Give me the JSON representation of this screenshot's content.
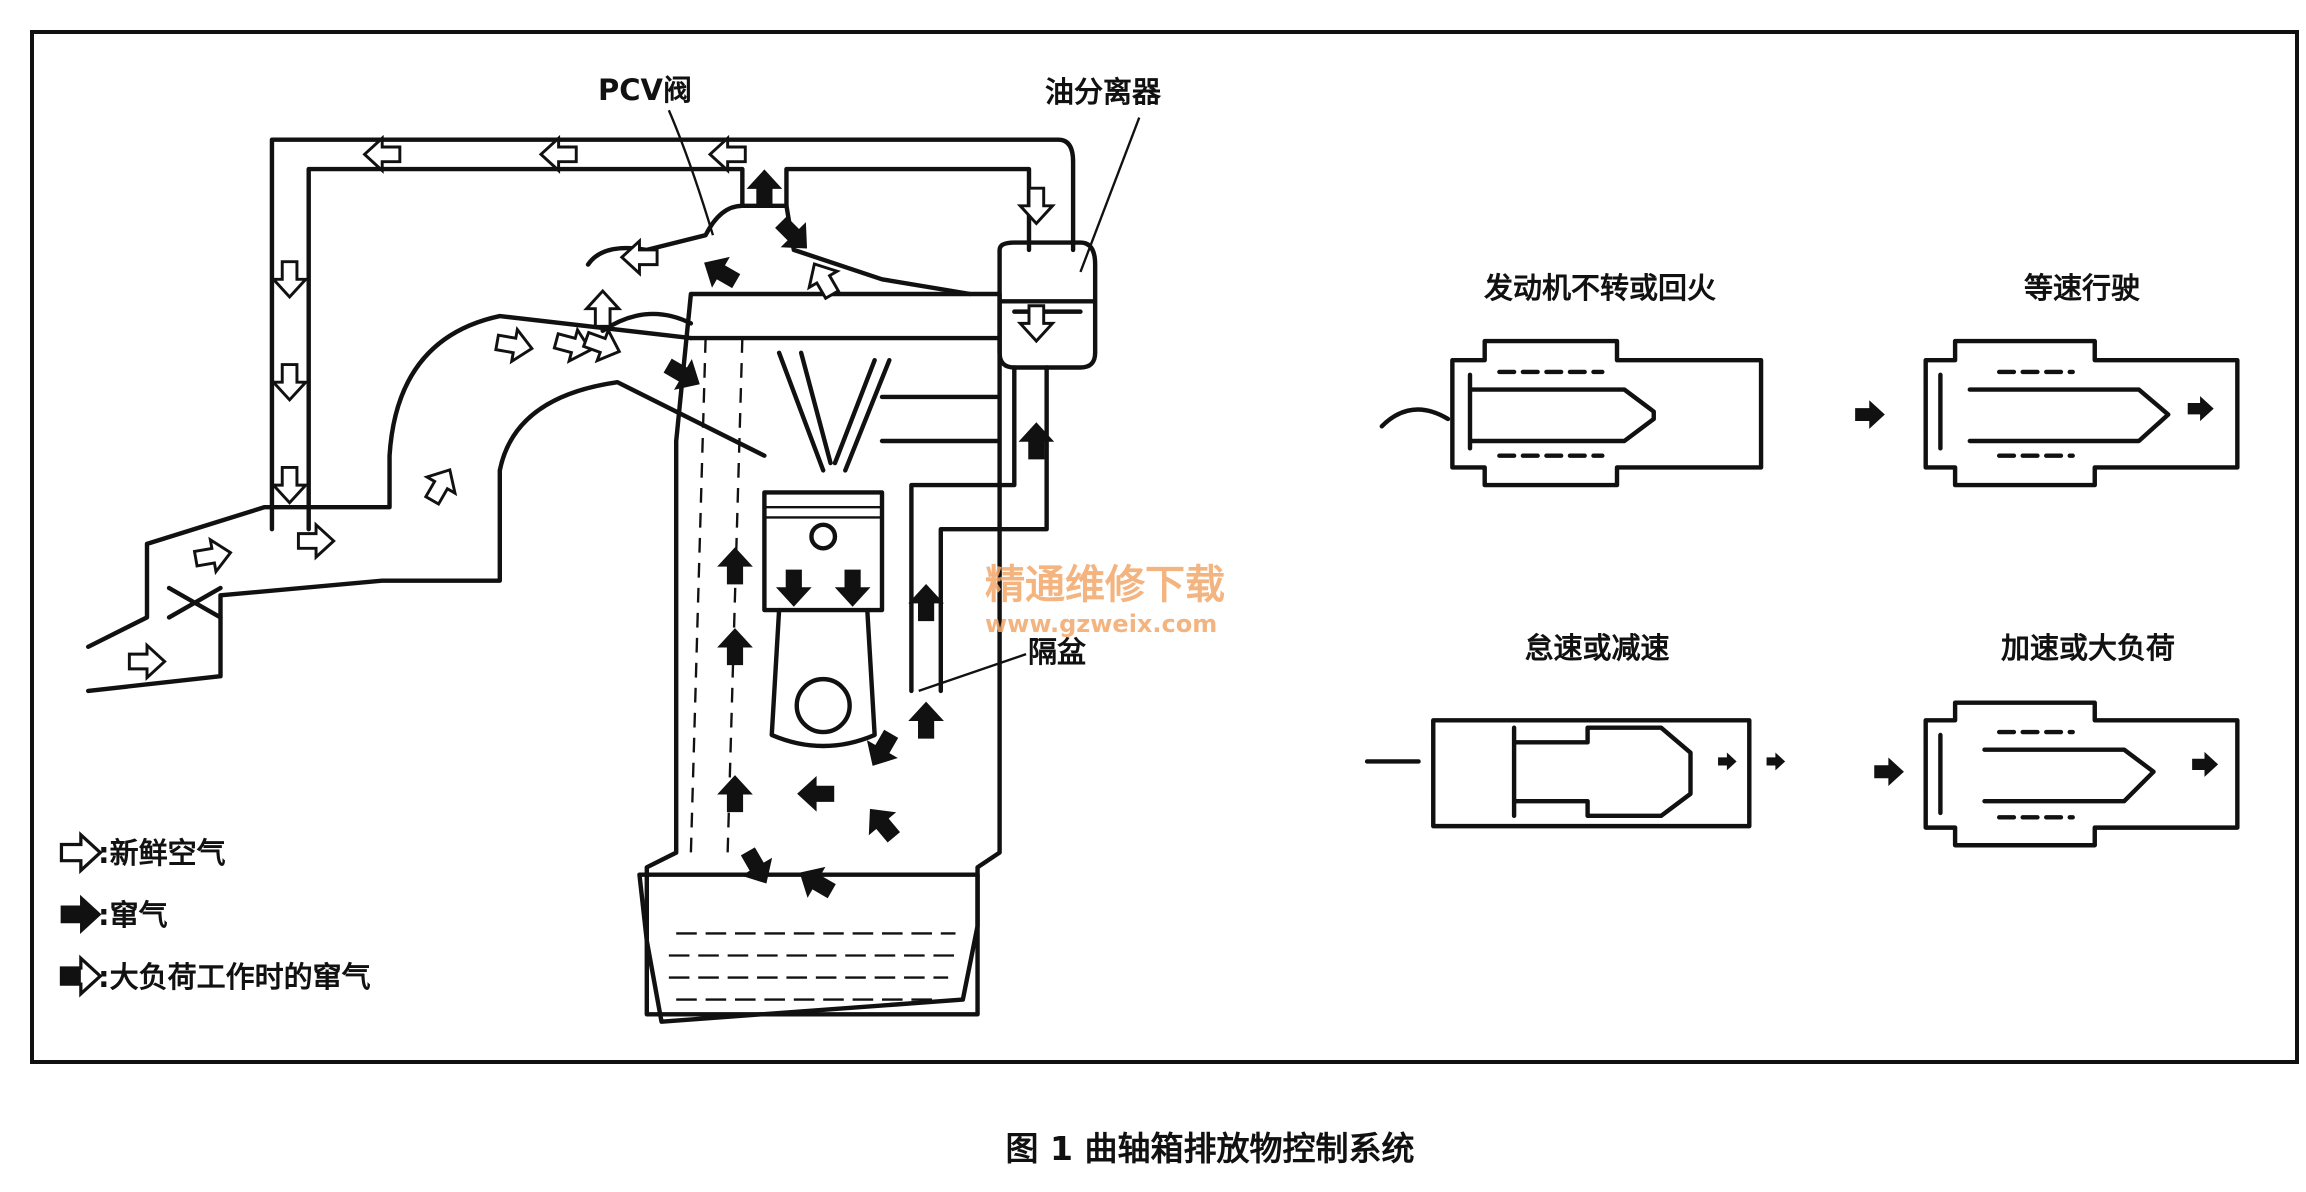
{
  "labels": {
    "pcv_valve": "PCV阀",
    "oil_separator": "油分离器",
    "baffle": "隔盆"
  },
  "valve_states": [
    {
      "label": "发动机不转或回火"
    },
    {
      "label": "等速行驶"
    },
    {
      "label": "怠速或减速"
    },
    {
      "label": "加速或大负荷"
    }
  ],
  "legend": [
    {
      "icon": "white-arrow-icon",
      "text": ":新鲜空气"
    },
    {
      "icon": "black-arrow-icon",
      "text": ":窜气"
    },
    {
      "icon": "half-black-arrow-icon",
      "text": ":大负荷工作时的窜气"
    }
  ],
  "watermark": {
    "title": "精通维修下载",
    "url": "www.gzweix.com"
  },
  "caption": "图 1  曲轴箱排放物控制系统",
  "colors": {
    "ink": "#111111",
    "watermark": "#f2a86a"
  }
}
